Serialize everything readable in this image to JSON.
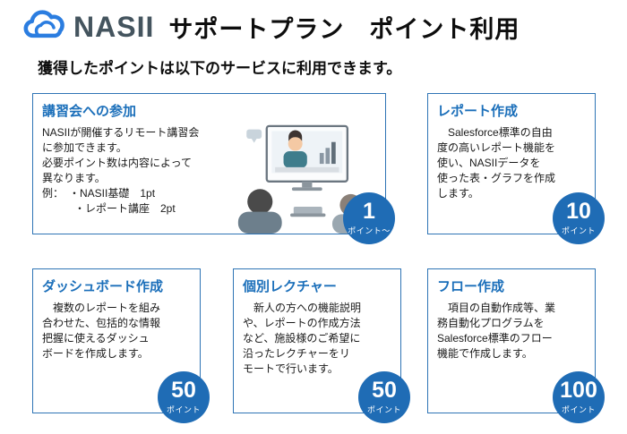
{
  "header": {
    "logo_text": "NASII",
    "title": "サポートプラン　ポイント利用",
    "subtitle": "獲得したポイントは以下のサービスに利用できます。"
  },
  "cards": [
    {
      "title": "講習会への参加",
      "body": "NASIIが開催するリモート講習会\nに参加できます。\n必要ポイント数は内容によって\n異なります。\n例：　・NASII基礎　1pt\n　　　・レポート講座　2pt",
      "points": "1",
      "points_unit": "ポイント～"
    },
    {
      "title": "レポート作成",
      "body": "　Salesforce標準の自由\n度の高いレポート機能を\n使い、NASIIデータを\n使った表・グラフを作成\nします。",
      "points": "10",
      "points_unit": "ポイント"
    },
    {
      "title": "ダッシュボード作成",
      "body": "　複数のレポートを組み\n合わせた、包括的な情報\n把握に使えるダッシュ\nボードを作成します。",
      "points": "50",
      "points_unit": "ポイント"
    },
    {
      "title": "個別レクチャー",
      "body": "　新人の方への機能説明\nや、レポートの作成方法\nなど、施設様のご希望に\n沿ったレクチャーをリ\nモートで行います。",
      "points": "50",
      "points_unit": "ポイント"
    },
    {
      "title": "フロー作成",
      "body": "　項目の自動作成等、業\n務自動化プログラムを\nSalesforce標準のフロー\n機能で作成します。",
      "points": "100",
      "points_unit": "ポイント"
    }
  ],
  "colors": {
    "accent_blue": "#1b6fba",
    "border_blue": "#2e74b5",
    "badge_blue": "#1f6cb5",
    "logo_blue": "#2b7de0"
  }
}
